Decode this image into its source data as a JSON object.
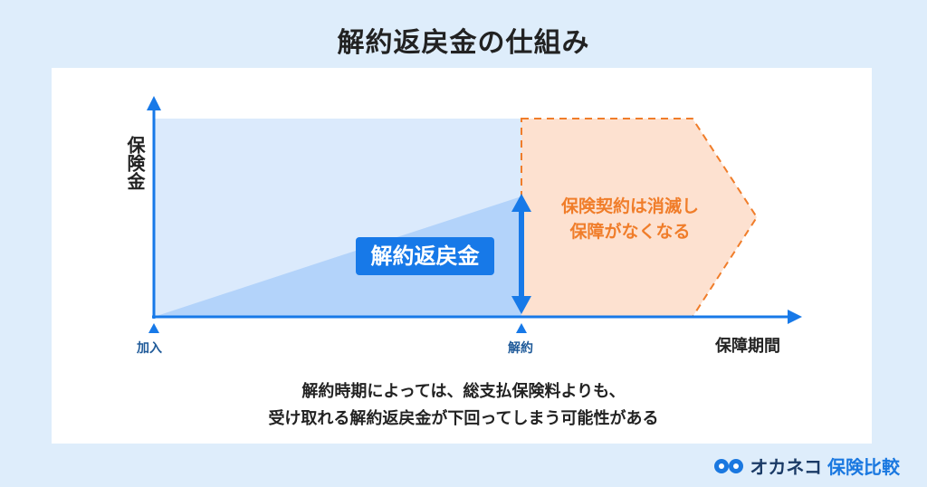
{
  "title": "解約返戻金の仕組み",
  "diagram": {
    "y_axis_label": "保険金",
    "x_axis_label": "保障期間",
    "tick_join": "加入",
    "tick_cancel": "解約",
    "surrender_label": "解約返戻金",
    "cancel_note_line1": "保険契約は消滅し",
    "cancel_note_line2": "保障がなくなる"
  },
  "caption": {
    "line1": "解約時期によっては、総支払保険料よりも、",
    "line2": "受け取れる解約返戻金が下回ってしまう可能性がある"
  },
  "brand": {
    "name": "オカネコ",
    "sub": "保険比較",
    "icon": "okaneko-cat-icon"
  },
  "colors": {
    "axis": "#1779e8",
    "coverage_fill": "#dbeafc",
    "surrender_fill": "#b3d3fa",
    "cancel_fill": "#fde1d0",
    "cancel_border": "#f07d2a"
  }
}
